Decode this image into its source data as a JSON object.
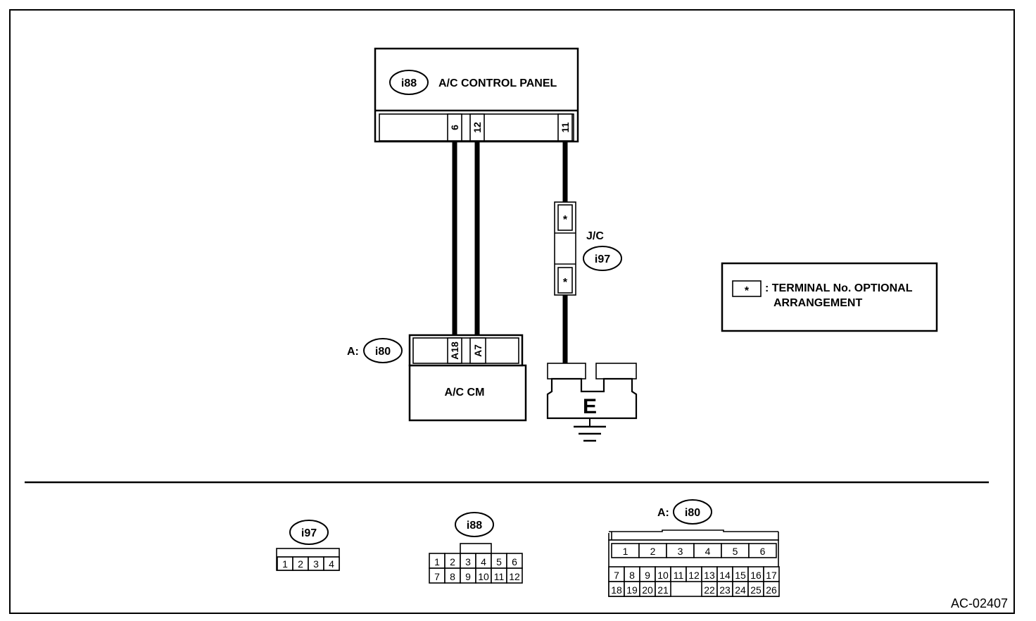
{
  "acp": {
    "code": "i88",
    "title": "A/C CONTROL PANEL",
    "pins": [
      "6",
      "12",
      "11"
    ]
  },
  "cm": {
    "prefix": "A:",
    "code": "i80",
    "title": "A/C CM",
    "pins": [
      "A18",
      "A7"
    ]
  },
  "jc": {
    "label": "J/C",
    "code": "i97",
    "pin_mark": "*"
  },
  "ground": {
    "label": "E"
  },
  "legend": {
    "mark": "*",
    "text_line1": ": TERMINAL No. OPTIONAL",
    "text_line2": "ARRANGEMENT"
  },
  "connectors": {
    "i97": {
      "code": "i97",
      "pins": [
        "1",
        "2",
        "3",
        "4"
      ]
    },
    "i88": {
      "code": "i88",
      "row1": [
        "1",
        "2",
        "3",
        "4",
        "5",
        "6"
      ],
      "row2": [
        "7",
        "8",
        "9",
        "10",
        "11",
        "12"
      ]
    },
    "i80": {
      "prefix": "A:",
      "code": "i80",
      "row1": [
        "1",
        "2",
        "3",
        "4",
        "5",
        "6"
      ],
      "row2": [
        "7",
        "8",
        "9",
        "10",
        "11",
        "12",
        "13",
        "14",
        "15",
        "16",
        "17"
      ],
      "row3_left": [
        "18",
        "19",
        "20",
        "21"
      ],
      "row3_right": [
        "22",
        "23",
        "24",
        "25",
        "26"
      ]
    }
  },
  "figure_id": "AC-02407"
}
